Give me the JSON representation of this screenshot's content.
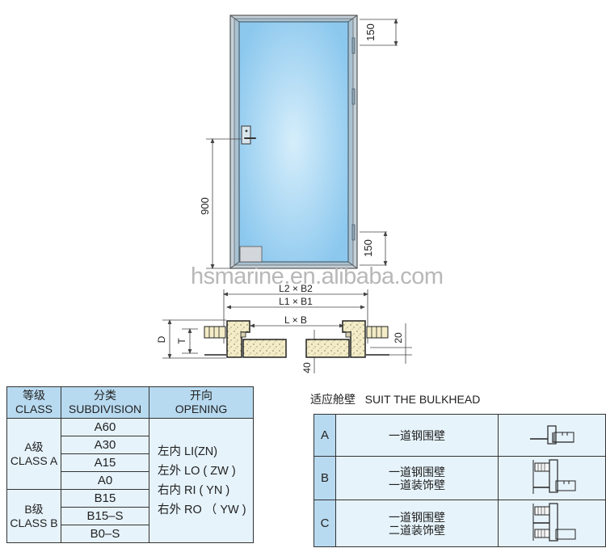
{
  "drawing": {
    "watermark": "hsmarine.en.alibaba.com",
    "door": {
      "glass_color": "#9fd3f1",
      "frame_color": "#a9b8c2",
      "dim_top_hinge": "150",
      "dim_bottom_hinge": "150",
      "dim_handle_height": "900"
    },
    "section": {
      "dim_outer": "L2 × B2",
      "dim_middle": "L1 × B1",
      "dim_inner": "L × B",
      "dim_depth": "D",
      "dim_thickness": "T",
      "dim_right": "20",
      "dim_bottom": "40"
    }
  },
  "class_table": {
    "headers": [
      {
        "cn": "等级",
        "en": "CLASS"
      },
      {
        "cn": "分类",
        "en": "SUBDIVISION"
      },
      {
        "cn": "开向",
        "en": "OPENING"
      }
    ],
    "classes": [
      {
        "cn": "A级",
        "en": "CLASS A",
        "subdivisions": [
          "A60",
          "A30",
          "A15",
          "A0"
        ]
      },
      {
        "cn": "B级",
        "en": "CLASS B",
        "subdivisions": [
          "B15",
          "B15–S",
          "B0–S"
        ]
      }
    ],
    "openings": [
      "左内 LI(ZN)",
      "左外 LO ( ZW )",
      "右内 RI ( YN )",
      "右外 RO （ YW )"
    ],
    "header_bg": "#b8daf0",
    "cell_bg": "#e6f3fb"
  },
  "bulkhead": {
    "title": "适应舱壁   SUIT THE BULKHEAD",
    "rows": [
      {
        "letter": "A",
        "lines": [
          "一道钢围壁"
        ],
        "icon": "single-steel-wall-icon"
      },
      {
        "letter": "B",
        "lines": [
          "一道钢围壁",
          "一道装饰壁"
        ],
        "icon": "steel-plus-one-decor-wall-icon"
      },
      {
        "letter": "C",
        "lines": [
          "一道钢围壁",
          "二道装饰壁"
        ],
        "icon": "steel-plus-two-decor-wall-icon"
      }
    ]
  }
}
